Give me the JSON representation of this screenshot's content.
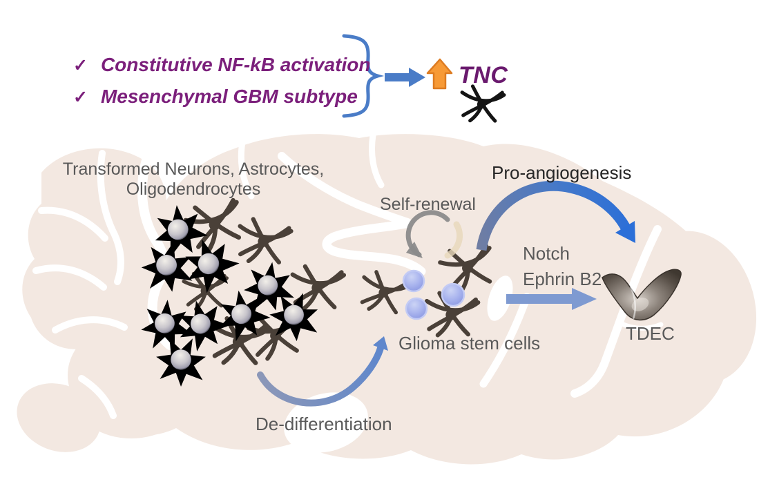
{
  "banner": {
    "items": [
      {
        "check": "✓",
        "label": "Constitutive NF-kB activation"
      },
      {
        "check": "✓",
        "label": "Mesenchymal GBM subtype"
      }
    ],
    "tnc_label": "TNC"
  },
  "labels": {
    "cluster_line1": "Transformed Neurons, Astrocytes,",
    "cluster_line2": "Oligodendrocytes",
    "self_renewal": "Self-renewal",
    "pro_angiogenesis": "Pro-angiogenesis",
    "notch": "Notch",
    "ephrin_b2": "Ephrin B2",
    "glioma_stem_cells": "Glioma stem cells",
    "de_differentiation": "De-differentiation",
    "tdec": "TDEC"
  },
  "icons": {
    "checkmark": "check glyph",
    "curly_brace": "right curly brace grouping the two checklist items",
    "right_arrow": "solid blue rightward arrow",
    "up_arrow": "solid orange upward arrow (increase)",
    "tenascin_molecule": "black/brown six-armed branched molecule glyph",
    "circular_arrow": "gray self-renewal loop arrow",
    "curved_arrow_pro_angiogenesis": "thick blue arc arrow to TDEC",
    "curved_arrow_de_differentiation": "blue swoosh arrow to glioma stem cells",
    "straight_arrow_notch": "light blue straight arrow to TDEC",
    "brain_silhouette": "sagittal brain background",
    "star_cell": "star-shaped cell (neuron/astrocyte/oligodendrocyte)",
    "round_cell": "round glioma stem cell",
    "tdec_cell": "dark curved endothelial cell"
  },
  "colors": {
    "purple_text": "#7b1f7b",
    "tnc_purple": "#6a1a6e",
    "arrow_blue": "#4a7cc7",
    "arrow_blue_bright": "#2b6fd8",
    "arrow_slate": "#7e9ad1",
    "orange": "#f79a36",
    "orange_border": "#dd7b21",
    "label_gray": "#595959",
    "label_dark": "#262626",
    "brain_fill": "#f3e8e1",
    "molecule_brown": "#4a4038",
    "molecule_black": "#141414",
    "cell_blue": "#4e93be",
    "cell_green": "#53cc33",
    "cell_magenta": "#d14cc9",
    "stem_cell": "#a9b4ee",
    "self_renewal_gray": "#8b8b8b",
    "tdec_gray": "#6b6258"
  }
}
